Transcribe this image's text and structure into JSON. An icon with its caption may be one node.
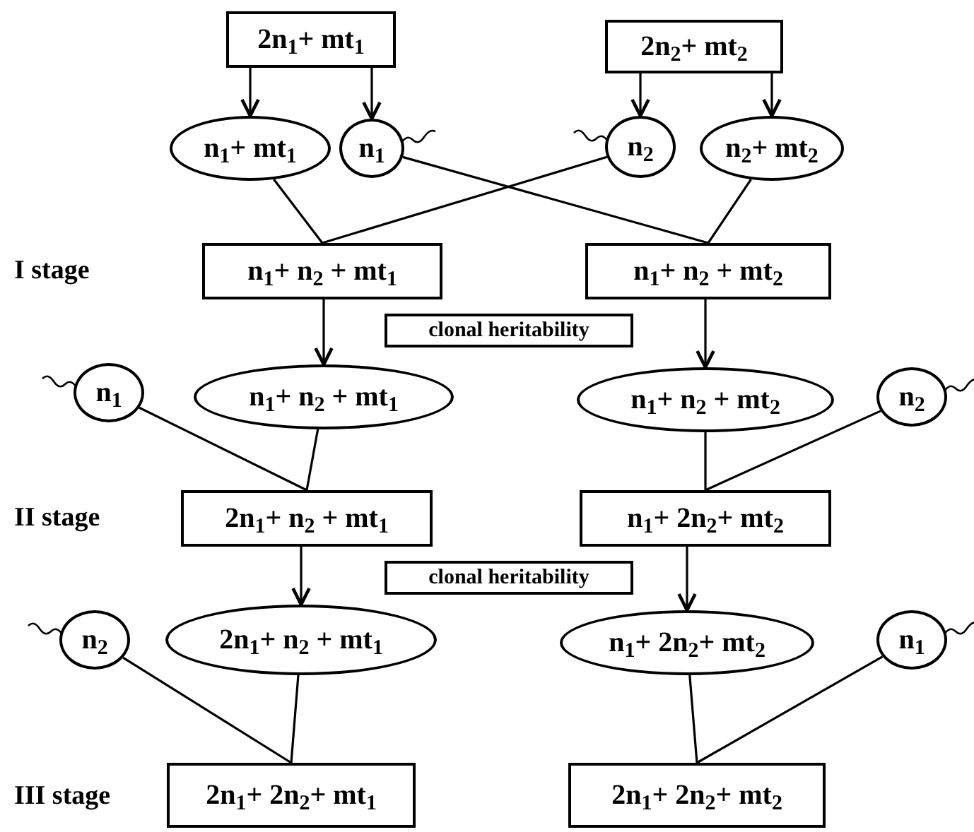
{
  "diagram": {
    "nodes": [
      {
        "text": [
          "2n$_{1}$+ mt$_{1}$"
        ]
      },
      {
        "text": [
          "2n$_{2}$+ mt$_{2}$"
        ]
      },
      {
        "text": [
          "n$_{1}$+ mt$_{1}$"
        ]
      },
      {
        "text": [
          "n$_{1}$"
        ]
      },
      {
        "text": [
          "n$_{2}$"
        ]
      },
      {
        "text": [
          "n$_{2}$+ mt$_{2}$"
        ]
      },
      {
        "text": [
          "n$_{1}$+ n$_{2}$ + mt$_{1}$"
        ]
      },
      {
        "text": [
          "n$_{1}$+ n$_{2}$ + mt$_{2}$"
        ]
      },
      {
        "text": [
          "clonal heritability"
        ]
      },
      {
        "text": [
          "n$_{1}$"
        ]
      },
      {
        "text": [
          "n$_{1}$+ n$_{2}$ + mt$_{1}$"
        ]
      },
      {
        "text": [
          "n$_{1}$+ n$_{2}$ + mt$_{2}$"
        ]
      },
      {
        "text": [
          "n$_{2}$"
        ]
      },
      {
        "text": [
          "2n$_{1}$+ n$_{2}$ + mt$_{1}$"
        ]
      },
      {
        "text": [
          "n$_{1}$+ 2n$_{2}$+ mt$_{2}$"
        ]
      },
      {
        "text": [
          "clonal heritability"
        ]
      },
      {
        "text": [
          "n$_{2}$"
        ]
      },
      {
        "text": [
          "2n$_{1}$+ n$_{2}$ + mt$_{1}$"
        ]
      },
      {
        "text": [
          "n$_{1}$+ 2n$_{2}$+ mt$_{2}$"
        ]
      },
      {
        "text": [
          "n$_{1}$"
        ]
      },
      {
        "text": [
          "2n$_{1}$+ 2n$_{2}$+ mt$_{1}$"
        ]
      },
      {
        "text": [
          "2n$_{1}$+ 2n$_{2}$+ mt$_{2}$"
        ]
      }
    ],
    "edges": [
      {
        "from": 0,
        "to": 2,
        "arrow": "to"
      },
      {
        "from": 0,
        "to": 3,
        "arrow": "to"
      },
      {
        "from": 1,
        "to": 4,
        "arrow": "to"
      },
      {
        "from": 1,
        "to": 5,
        "arrow": "to"
      },
      {
        "from": 2,
        "to": 6,
        "arrow": "none"
      },
      {
        "from": 4,
        "to": 6,
        "arrow": "none"
      },
      {
        "from": 3,
        "to": 7,
        "arrow": "none"
      },
      {
        "from": 5,
        "to": 7,
        "arrow": "none"
      },
      {
        "from": 6,
        "to": 10,
        "arrow": "to"
      },
      {
        "from": 7,
        "to": 11,
        "arrow": "to"
      },
      {
        "from": 9,
        "to": 13,
        "arrow": "none"
      },
      {
        "from": 10,
        "to": 13,
        "arrow": "none"
      },
      {
        "from": 11,
        "to": 14,
        "arrow": "none"
      },
      {
        "from": 12,
        "to": 14,
        "arrow": "none"
      },
      {
        "from": 13,
        "to": 17,
        "arrow": "to"
      },
      {
        "from": 14,
        "to": 18,
        "arrow": "to"
      },
      {
        "from": 16,
        "to": 20,
        "arrow": "none"
      },
      {
        "from": 17,
        "to": 20,
        "arrow": "none"
      },
      {
        "from": 18,
        "to": 21,
        "arrow": "none"
      },
      {
        "from": 19,
        "to": 21,
        "arrow": "none"
      }
    ],
    "labels": [
      "I stage",
      "II stage",
      "III stage"
    ]
  }
}
